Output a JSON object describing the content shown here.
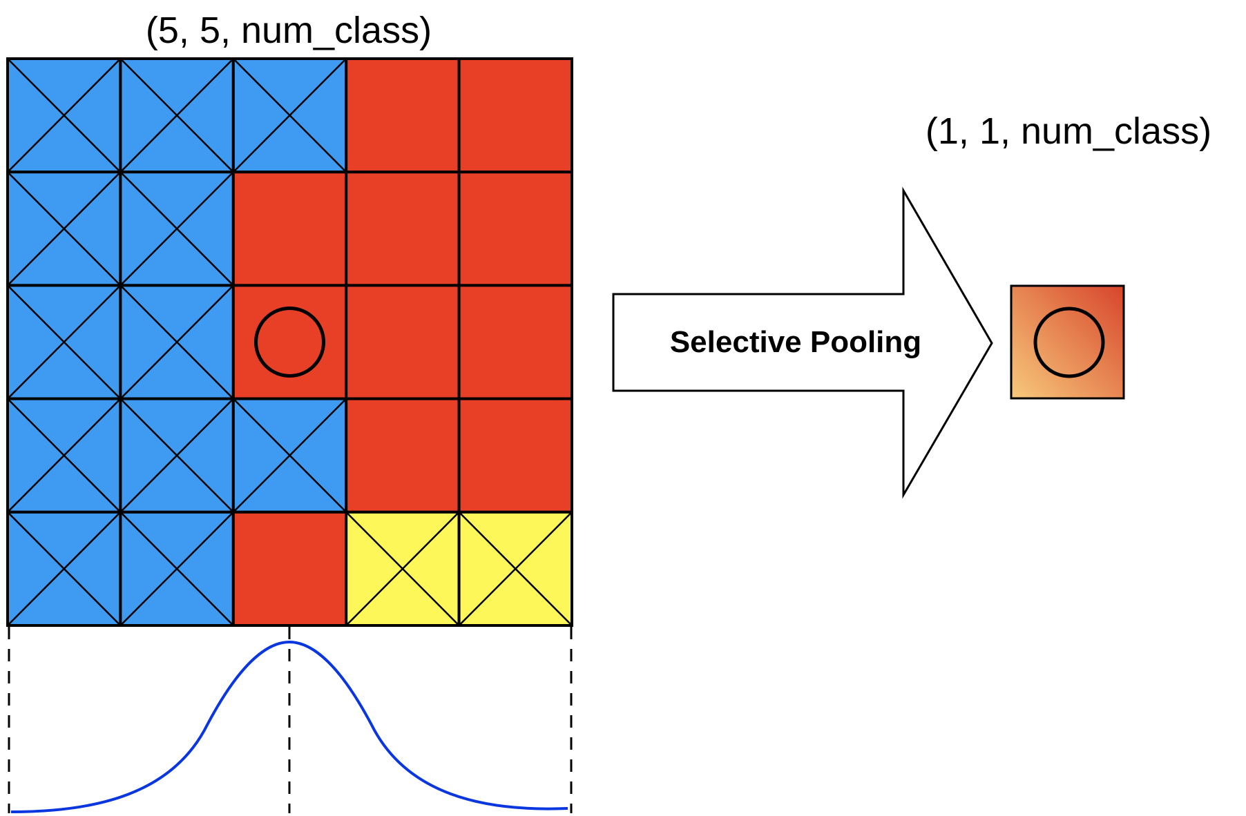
{
  "input_label": "(5, 5, num_class)",
  "output_label": "(1, 1, num_class)",
  "arrow_label": "Selective Pooling",
  "grid": {
    "rows": 5,
    "cols": 5,
    "cells": [
      [
        "blue",
        "blue",
        "blue",
        "red",
        "red"
      ],
      [
        "blue",
        "blue",
        "red",
        "red",
        "red"
      ],
      [
        "blue",
        "blue",
        "red-circle",
        "red",
        "red"
      ],
      [
        "blue",
        "blue",
        "blue",
        "red",
        "red"
      ],
      [
        "blue",
        "blue",
        "red",
        "yellow",
        "yellow"
      ]
    ]
  },
  "colors": {
    "blue": "#3f9bf2",
    "red": "#e84027",
    "yellow": "#fdf75a",
    "curve": "#0a36e0",
    "gradient_light": "#f7c97c",
    "gradient_dark": "#d7452b"
  }
}
